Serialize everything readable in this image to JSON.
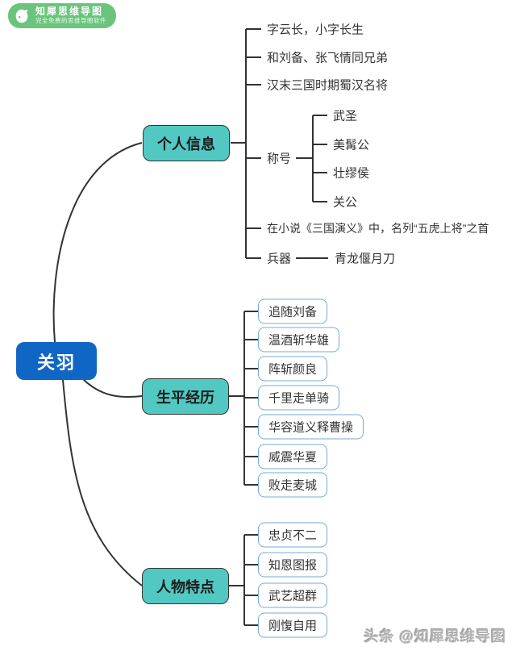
{
  "logo": {
    "title": "知犀思维导图",
    "subtitle": "完全免费的思维导图软件"
  },
  "watermark": "头条 @知犀思维导图",
  "root": {
    "label": "关羽"
  },
  "branches": [
    {
      "label": "个人信息",
      "children": [
        {
          "label": "字云长，小字长生"
        },
        {
          "label": "和刘备、张飞情同兄弟"
        },
        {
          "label": "汉末三国时期蜀汉名将"
        },
        {
          "label": "称号",
          "children": [
            {
              "label": "武圣"
            },
            {
              "label": "美髯公"
            },
            {
              "label": "壮缪侯"
            },
            {
              "label": "关公"
            }
          ]
        },
        {
          "label": "在小说《三国演义》中，名列“五虎上将”之首"
        },
        {
          "label": "兵器",
          "children": [
            {
              "label": "青龙偃月刀"
            }
          ]
        }
      ]
    },
    {
      "label": "生平经历",
      "children": [
        {
          "label": "追随刘备"
        },
        {
          "label": "温酒斩华雄"
        },
        {
          "label": "阵斩颜良"
        },
        {
          "label": "千里走单骑"
        },
        {
          "label": "华容道义释曹操"
        },
        {
          "label": "威震华夏"
        },
        {
          "label": "败走麦城"
        }
      ]
    },
    {
      "label": "人物特点",
      "children": [
        {
          "label": "忠贞不二"
        },
        {
          "label": "知恩图报"
        },
        {
          "label": "武艺超群"
        },
        {
          "label": "刚愎自用"
        }
      ]
    }
  ],
  "colors": {
    "root_node": "#1066c5",
    "branch_node": "#52c8c3",
    "item_border": "#74aad6",
    "connector_line": "#333333",
    "logo_green": "#6ac47c",
    "watermark_gray": "#b3b3b3"
  }
}
